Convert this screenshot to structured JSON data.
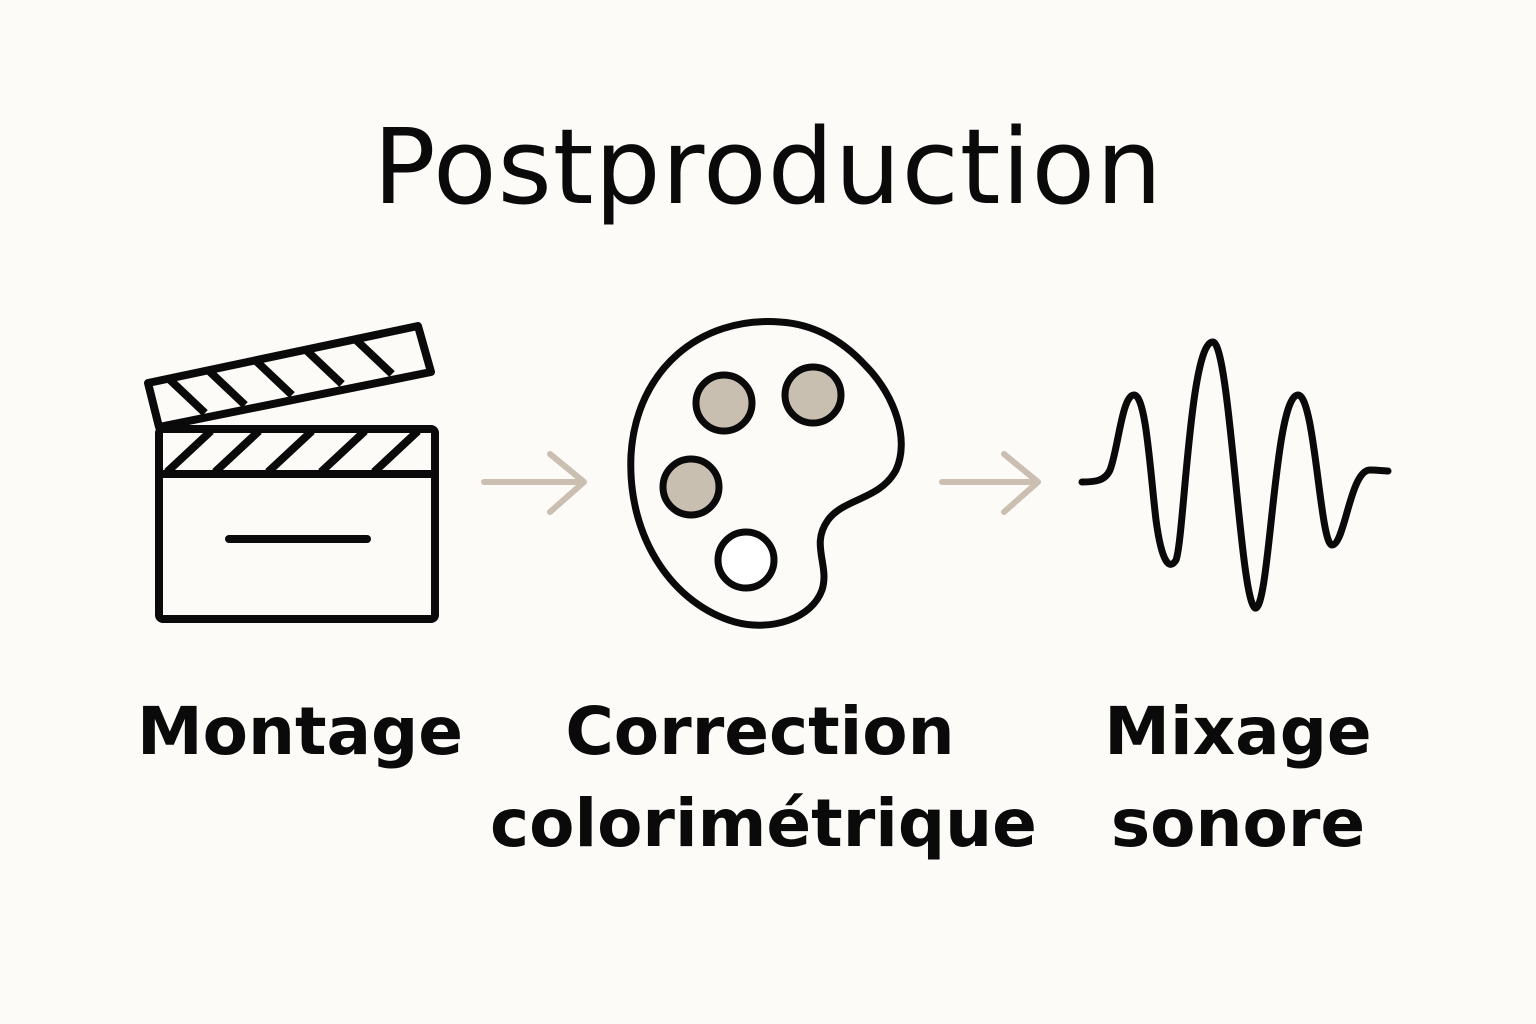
{
  "title": "Postproduction",
  "colors": {
    "background": "#fcfbf8",
    "ink": "#0a0a0a",
    "arrow": "#cbbfb1",
    "paint": "#c9bfb1"
  },
  "stages": [
    {
      "icon": "clapperboard-icon",
      "label_lines": [
        "Montage"
      ]
    },
    {
      "icon": "palette-icon",
      "label_lines": [
        "Correction",
        "colorimétrique"
      ]
    },
    {
      "icon": "sound-wave-icon",
      "label_lines": [
        "Mixage",
        "sonore"
      ]
    }
  ],
  "connectors": [
    {
      "icon": "arrow-right-icon"
    },
    {
      "icon": "arrow-right-icon"
    }
  ]
}
